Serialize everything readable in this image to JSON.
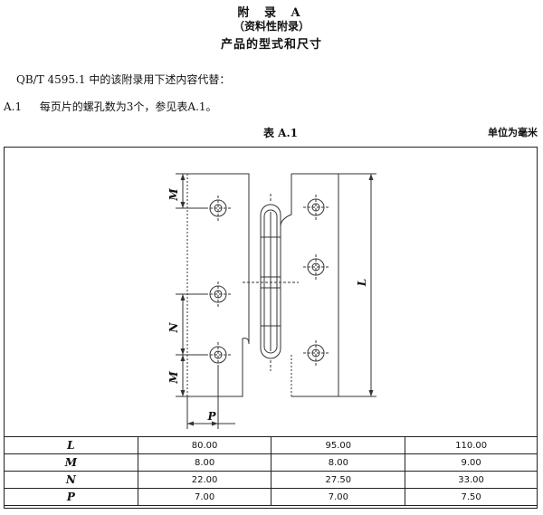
{
  "header": {
    "appendix": "附 录 A",
    "nature": "（资料性附录）",
    "subject": "产品的型式和尺寸"
  },
  "intro": "QB/T 4595.1 中的该附录用下述内容代替：",
  "clause": {
    "number": "A.1",
    "text": "每页片的螺孔数为3个，参见表A.1。"
  },
  "table": {
    "caption": "表 A.1",
    "unit": "单位为毫米",
    "rows": [
      {
        "label": "L",
        "values": [
          "80.00",
          "95.00",
          "110.00"
        ]
      },
      {
        "label": "M",
        "values": [
          "8.00",
          "8.00",
          "9.00"
        ]
      },
      {
        "label": "N",
        "values": [
          "22.00",
          "27.50",
          "33.00"
        ]
      },
      {
        "label": "P",
        "values": [
          "7.00",
          "7.00",
          "7.50"
        ]
      }
    ]
  },
  "figure": {
    "dim_labels": {
      "m": "M",
      "n": "N",
      "l": "L",
      "p": "P"
    }
  }
}
